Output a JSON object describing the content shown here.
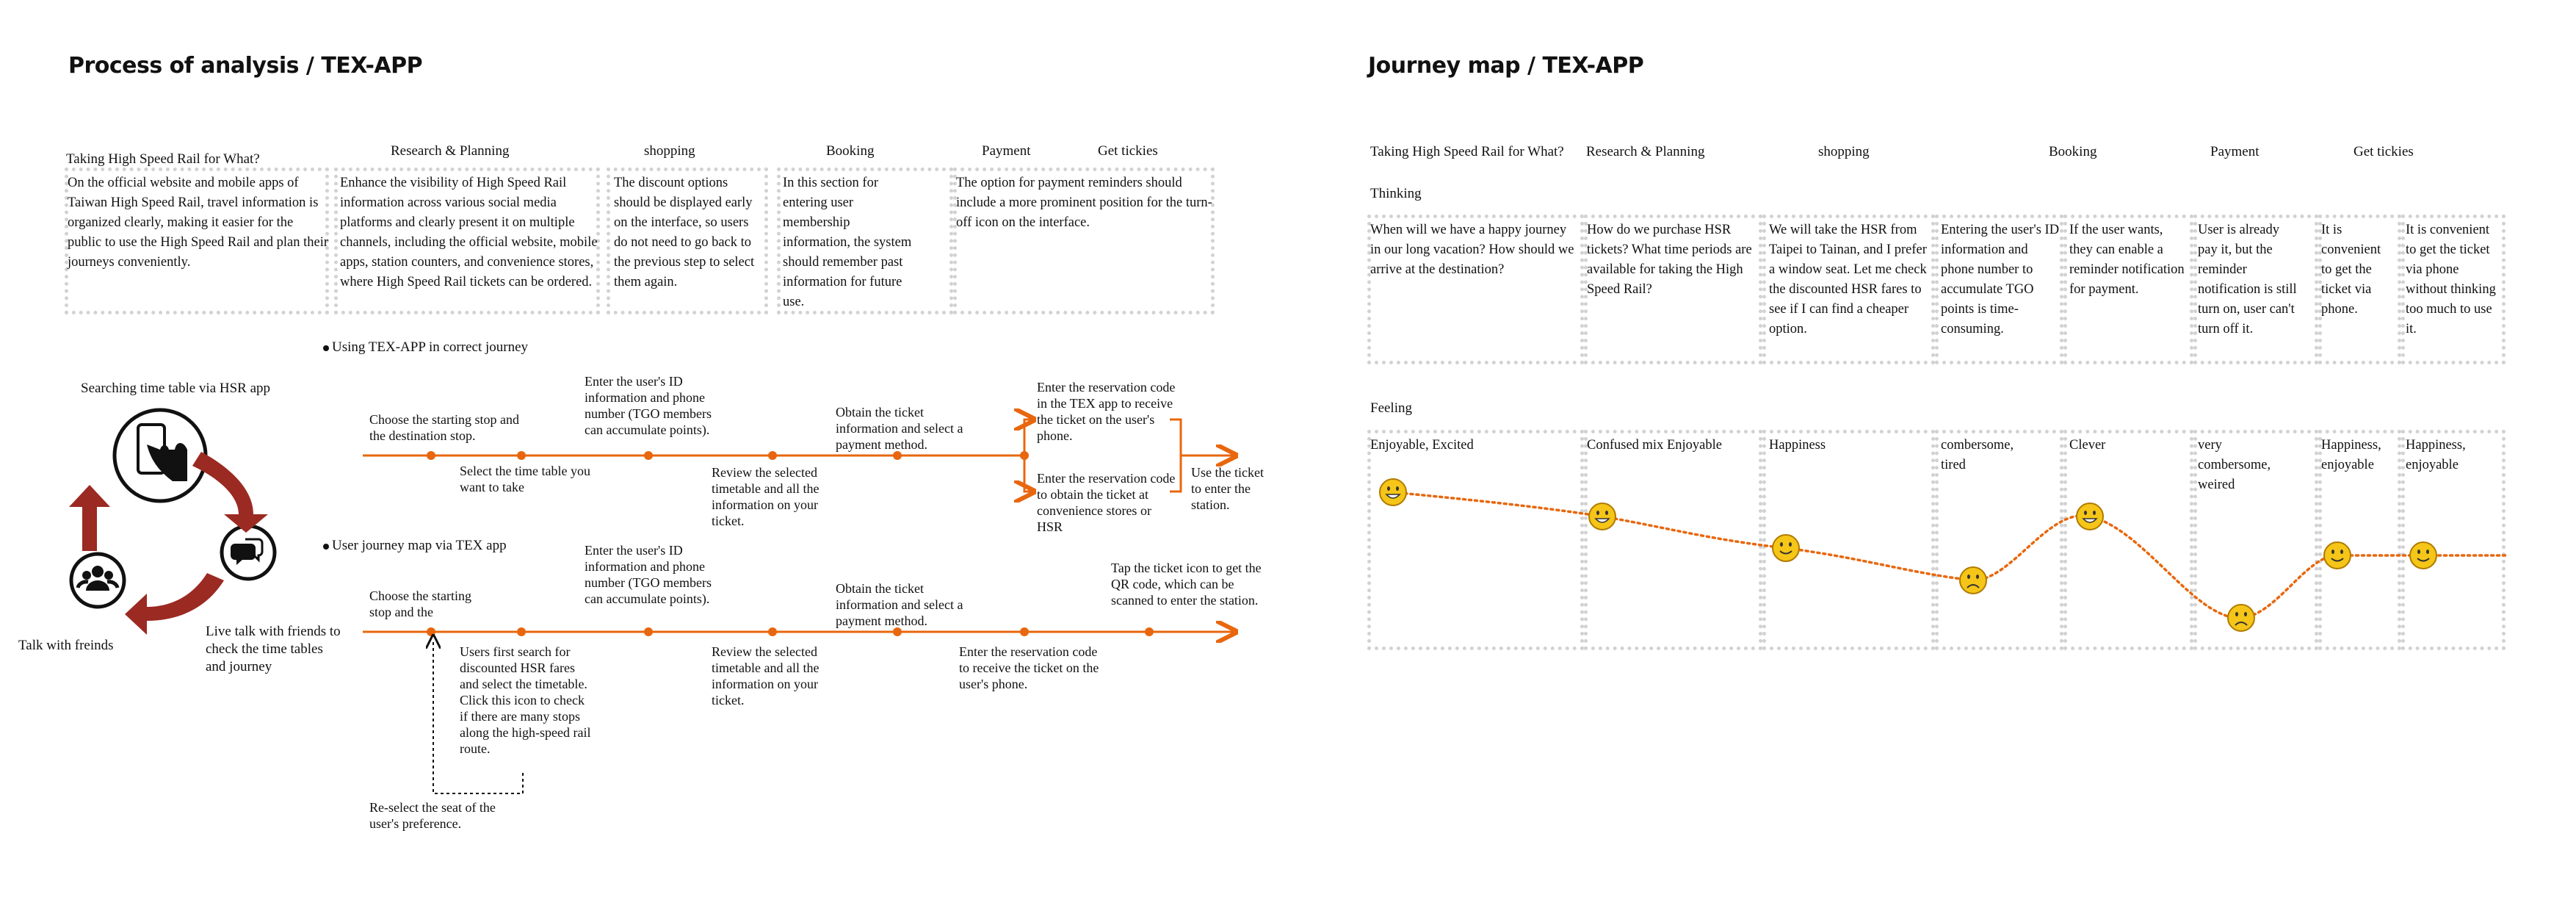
{
  "left": {
    "title": "Process of analysis / TEX-APP",
    "stages": {
      "taking": "Taking High Speed Rail for What?",
      "research": "Research & Planning",
      "shopping": "shopping",
      "booking": "Booking",
      "payment": "Payment",
      "tickies": "Get tickies"
    },
    "boxes": [
      "On the official website and mobile apps of Taiwan High Speed Rail, travel information is organized clearly, making it easier for the public to use the High Speed Rail and plan their journeys conveniently.",
      "Enhance the visibility of High Speed Rail information across various social media platforms and clearly present it on multiple channels, including the official website, mobile apps, station counters, and convenience stores, where High Speed Rail tickets can be ordered.",
      "The discount options should be displayed early on the interface, so users do not need to go back to the previous step to select them again.",
      "In this section for entering user membership information, the system should remember past information for future use.",
      "The option for payment reminders should include a more prominent position for the turn-off icon on the interface."
    ],
    "cycle": {
      "top": "Searching time table via HSR app",
      "right": "Live talk with friends to check the time tables and journey",
      "left": "Talk with freinds"
    },
    "flow1": {
      "title": "Using TEX-APP in correct  journey",
      "steps": [
        "Choose the starting stop and the destination stop.",
        "Select the time table you want to take",
        "Enter the user's ID information and phone number (TGO members can accumulate points).",
        "Review the selected timetable and all the information on your ticket.",
        "Obtain the ticket information and select a payment method.",
        "Enter the reservation code in the TEX app to receive the ticket on the user's phone.",
        "Enter the reservation code to obtain the ticket at convenience stores or HSR",
        "Use the ticket to enter the station."
      ]
    },
    "flow2": {
      "title": "User  journey map via TEX app",
      "steps": [
        "Choose the starting stop and the",
        "Users first search for discounted HSR fares and select the timetable. Click this icon to check if there are many stops along the high-speed rail route.",
        "Enter the user's ID information and phone number (TGO members can accumulate points).",
        "Review the selected timetable and all the information on your ticket.",
        "Obtain the ticket information and select a payment method.",
        "Enter the reservation code to receive the ticket on the user's phone.",
        "Tap the ticket icon to get the QR code, which can be scanned to enter the station.",
        "Re-select the seat of the user's preference."
      ]
    }
  },
  "right": {
    "title": "Journey map / TEX-APP",
    "stages": {
      "taking": "Taking High Speed Rail for What?",
      "research": "Research & Planning",
      "shopping": "shopping",
      "booking": "Booking",
      "payment": "Payment",
      "tickies": "Get tickies"
    },
    "thinking_label": "Thinking",
    "feeling_label": "Feeling",
    "thinking": [
      "When will we have a happy journey in our long vacation? How should we arrive at the destination?",
      "How do we purchase HSR tickets? What time periods are available for taking the High Speed Rail?",
      "We will take the HSR from Taipei to Tainan, and I prefer a window seat. Let me check the discounted HSR fares to see if I can find a cheaper option.",
      "Entering the user's ID information and phone number to accumulate TGO points is time-consuming.",
      "If the user wants, they can enable a reminder notification for payment.",
      "User is already pay it, but the reminder notification is still turn on, user can't turn off it.",
      "It is convenient to get the ticket via phone.",
      "It is convenient to get the ticket via phone without thinking too much to use it."
    ],
    "feeling": [
      "Enjoyable, Excited",
      "Confused mix Enjoyable",
      "Happiness",
      "combersome, tired",
      "Clever",
      "very combersome, weired",
      "Happiness, enjoyable",
      "Happiness, enjoyable"
    ],
    "emotions": [
      "grin",
      "grin",
      "smile",
      "sad",
      "grin",
      "sad",
      "smile",
      "smile"
    ]
  },
  "colors": {
    "orange": "#e8670e",
    "dark_red": "#9b2a22",
    "dotted_border": "#d2d2d2",
    "face_yellow": "#f5c518"
  }
}
